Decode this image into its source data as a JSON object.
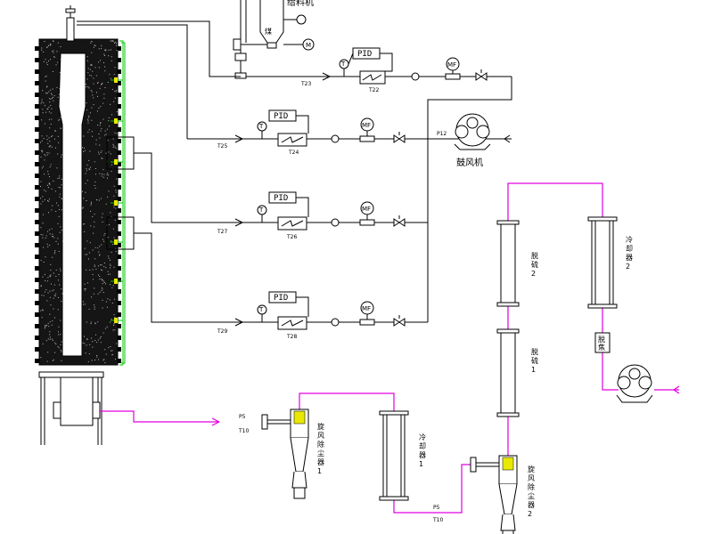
{
  "labels": {
    "top_machine": "给料机",
    "coal": "煤",
    "motor": "M",
    "blower": "鼓风机",
    "pid": "PID",
    "temp_sensor": "T",
    "flow_meter": "MF",
    "t23": "T23",
    "t22": "T22",
    "t25": "T25",
    "t24": "T24",
    "t27": "T27",
    "t26": "T26",
    "t29": "T29",
    "t28": "T28",
    "p12": "P12",
    "p5_a": "P5",
    "t10_a": "T10",
    "p5_b": "P5",
    "t10_b": "T10",
    "cyclone1": [
      "旋",
      "风",
      "除",
      "尘",
      "器",
      "1"
    ],
    "cyclone2": [
      "旋",
      "风",
      "除",
      "尘",
      "器",
      "2"
    ],
    "cooler1": [
      "冷",
      "却",
      "器",
      "1"
    ],
    "cooler2": [
      "冷",
      "却",
      "器",
      "2"
    ],
    "desulf1": [
      "脱",
      "硫",
      "1"
    ],
    "desulf2": [
      "脱",
      "硫",
      "2"
    ],
    "dehydrate": "脱",
    "dehydrate2": "焦"
  },
  "colors": {
    "line": "#000000",
    "gas_line": "#e000e0",
    "probe_line": "#00c800",
    "probe_marker": "#e8e800"
  }
}
